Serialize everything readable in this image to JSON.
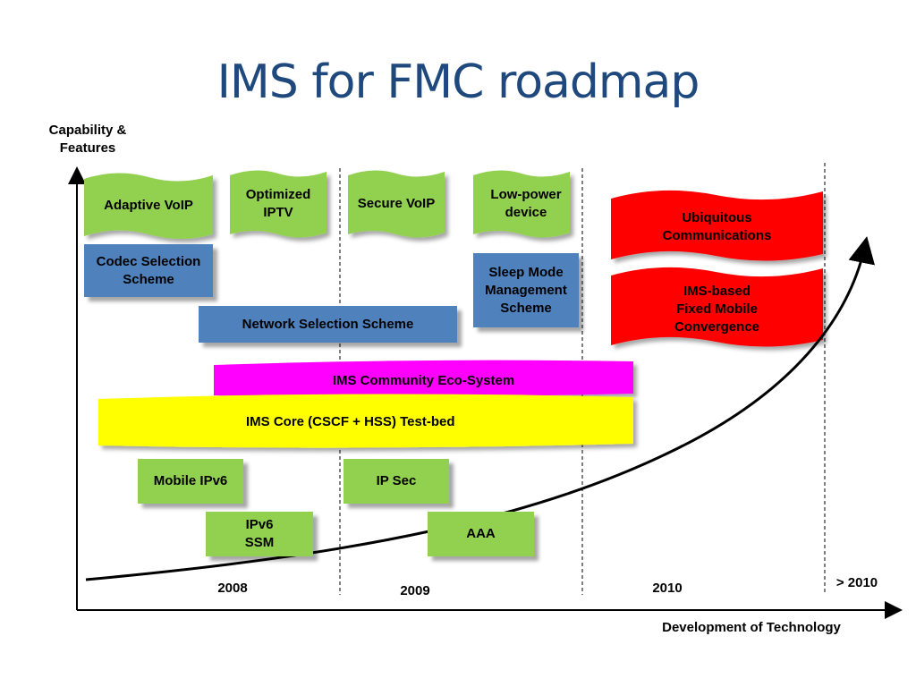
{
  "title": "IMS for FMC roadmap",
  "y_axis_label": "Capability &\nFeatures",
  "x_axis_label": "Development of Technology",
  "periods": [
    "2008",
    "2009",
    "2010",
    "> 2010"
  ],
  "feature_flags": {
    "adaptive_voip": "Adaptive VoIP",
    "optimized_iptv": "Optimized\nIPTV",
    "secure_voip": "Secure VoIP",
    "low_power": "Low-power\ndevice"
  },
  "goal_flags": {
    "ubiquitous": "Ubiquitous\nCommunications",
    "ims_fmc": "IMS-based\nFixed Mobile\nConvergence"
  },
  "schemes": {
    "codec": "Codec Selection\nScheme",
    "network": "Network Selection Scheme",
    "sleep": "Sleep Mode\nManagement\nScheme"
  },
  "platforms": {
    "eco_system": "IMS Community Eco-System",
    "core": "IMS Core (CSCF + HSS) Test-bed"
  },
  "technologies": {
    "mobile_ipv6": "Mobile IPv6",
    "ip_sec": "IP Sec",
    "ipv6_ssm": "IPv6\nSSM",
    "aaa": "AAA"
  },
  "colors": {
    "title": "#1F497D",
    "feature_flag": "#92D050",
    "goal_flag": "#FF0000",
    "scheme": "#4F81BD",
    "eco_system": "#FF00FF",
    "core": "#FFFF00",
    "technology": "#92D050"
  }
}
